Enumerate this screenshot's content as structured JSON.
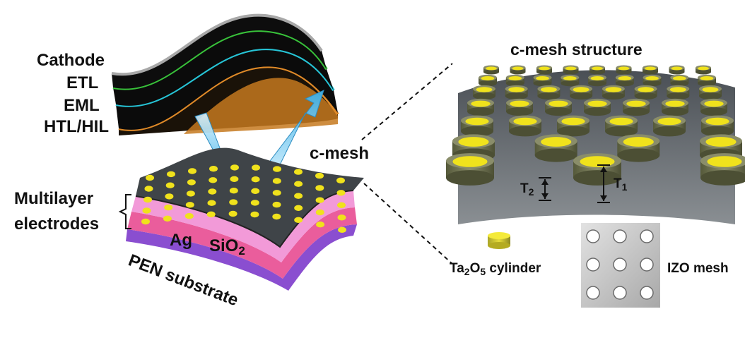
{
  "labels": {
    "cathode": "Cathode",
    "etl": "ETL",
    "eml": "EML",
    "htl_hil": "HTL/HIL",
    "c_mesh": "c-mesh",
    "multilayer_line1": "Multilayer",
    "multilayer_line2": "electrodes",
    "ag": "Ag",
    "sio2_base": "SiO",
    "sio2_sub": "2",
    "pen_substrate": "PEN substrate",
    "structure_title": "c-mesh structure",
    "t1_base": "T",
    "t1_sub": "1",
    "t2_base": "T",
    "t2_sub": "2",
    "ta2o5_a": "Ta",
    "ta2o5_b": "2",
    "ta2o5_c": "O",
    "ta2o5_d": "5",
    "ta2o5_e": " cylinder",
    "izo_mesh": "IZO mesh"
  },
  "colors": {
    "cathode": "#9a9a9a",
    "etl": "#38c23a",
    "eml": "#26c4d6",
    "htl": "#e08a28",
    "mesh_dark": "#3f4448",
    "dot_yellow": "#f0e21c",
    "sio2_pink": "#f29ad8",
    "ag_pink": "#ea5d9c",
    "pen_purple": "#8a4ed0",
    "light_arrow": "#5cc6f0"
  }
}
